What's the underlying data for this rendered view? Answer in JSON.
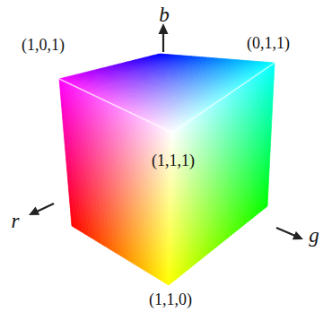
{
  "diagram": {
    "labels": [
      "b",
      "(1,0,1)",
      "(0,1,1)",
      "(1,1,1)",
      "r",
      "g",
      "(1,1,0)"
    ]
  }
}
